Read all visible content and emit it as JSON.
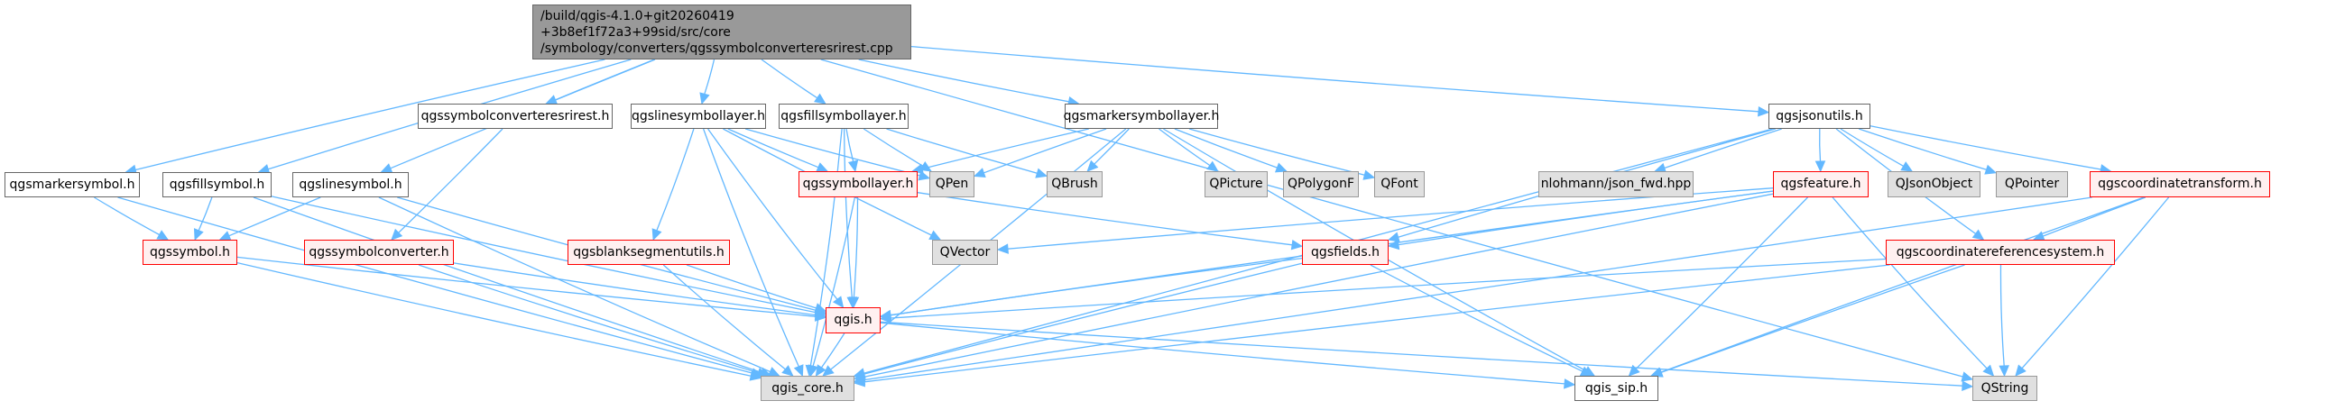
{
  "diagram": {
    "type": "include-dependency-graph",
    "colors": {
      "edge": "#63b8ff",
      "root_fill": "#999999",
      "root_border": "#666666",
      "documented_fill": "#ffffff",
      "documented_border": "#666666",
      "external_fill": "#e0e0e0",
      "external_border": "#999999",
      "truncated_fill": "#fff0f0",
      "truncated_border": "#ff0000"
    },
    "root": {
      "id": "root",
      "lines": [
        "/build/qgis-4.1.0+git20260419",
        "+3b8ef1f72a3+99sid/src/core",
        "/symbology/converters/qgssymbolconverteresrirest.cpp"
      ]
    },
    "nodes": [
      {
        "id": "qgsmarkersymbol",
        "label": "qgsmarkersymbol.h",
        "kind": "plain"
      },
      {
        "id": "qgsfillsymbol",
        "label": "qgsfillsymbol.h",
        "kind": "plain"
      },
      {
        "id": "qgslinesymbol",
        "label": "qgslinesymbol.h",
        "kind": "plain"
      },
      {
        "id": "qgssymbolconverteresrirest",
        "label": "qgssymbolconverteresrirest.h",
        "kind": "plain"
      },
      {
        "id": "qgslinesymbollayer",
        "label": "qgslinesymbollayer.h",
        "kind": "plain"
      },
      {
        "id": "qgsfillsymbollayer",
        "label": "qgsfillsymbollayer.h",
        "kind": "plain"
      },
      {
        "id": "qgsmarkersymbollayer",
        "label": "qgsmarkersymbollayer.h",
        "kind": "plain"
      },
      {
        "id": "qgsjsonutils",
        "label": "qgsjsonutils.h",
        "kind": "plain"
      },
      {
        "id": "qgssymbol",
        "label": "qgssymbol.h",
        "kind": "warn"
      },
      {
        "id": "qgssymbolconverter",
        "label": "qgssymbolconverter.h",
        "kind": "warn"
      },
      {
        "id": "qgsblanksegmentutils",
        "label": "qgsblanksegmentutils.h",
        "kind": "warn"
      },
      {
        "id": "qgssymbollayer",
        "label": "qgssymbollayer.h",
        "kind": "warn"
      },
      {
        "id": "QPen",
        "label": "QPen",
        "kind": "ext"
      },
      {
        "id": "QBrush",
        "label": "QBrush",
        "kind": "ext"
      },
      {
        "id": "QPicture",
        "label": "QPicture",
        "kind": "ext"
      },
      {
        "id": "QPolygonF",
        "label": "QPolygonF",
        "kind": "ext"
      },
      {
        "id": "QFont",
        "label": "QFont",
        "kind": "ext"
      },
      {
        "id": "nlohmann",
        "label": "nlohmann/json_fwd.hpp",
        "kind": "ext"
      },
      {
        "id": "qgsfeature",
        "label": "qgsfeature.h",
        "kind": "warn"
      },
      {
        "id": "QJsonObject",
        "label": "QJsonObject",
        "kind": "ext"
      },
      {
        "id": "QPointer",
        "label": "QPointer",
        "kind": "ext"
      },
      {
        "id": "qgscoordinatetransform",
        "label": "qgscoordinatetransform.h",
        "kind": "warn"
      },
      {
        "id": "QVector",
        "label": "QVector",
        "kind": "ext"
      },
      {
        "id": "qgsfields",
        "label": "qgsfields.h",
        "kind": "warn"
      },
      {
        "id": "qgscoordinatereferencesystem",
        "label": "qgscoordinatereferencesystem.h",
        "kind": "warn"
      },
      {
        "id": "qgis",
        "label": "qgis.h",
        "kind": "warn"
      },
      {
        "id": "qgis_core",
        "label": "qgis_core.h",
        "kind": "ext"
      },
      {
        "id": "qgis_sip",
        "label": "qgis_sip.h",
        "kind": "plain"
      },
      {
        "id": "QString",
        "label": "QString",
        "kind": "ext"
      }
    ],
    "edges": [
      [
        "root",
        "qgsmarkersymbol"
      ],
      [
        "root",
        "qgsfillsymbol"
      ],
      [
        "root",
        "qgslinesymbol"
      ],
      [
        "root",
        "qgssymbolconverteresrirest"
      ],
      [
        "root",
        "qgslinesymbollayer"
      ],
      [
        "root",
        "qgsfillsymbollayer"
      ],
      [
        "root",
        "qgsmarkersymbollayer"
      ],
      [
        "root",
        "qgsjsonutils"
      ],
      [
        "root",
        "QString"
      ],
      [
        "qgsmarkersymbol",
        "qgssymbol"
      ],
      [
        "qgsmarkersymbol",
        "qgis_core"
      ],
      [
        "qgsfillsymbol",
        "qgssymbol"
      ],
      [
        "qgsfillsymbol",
        "qgis_core"
      ],
      [
        "qgsfillsymbol",
        "qgis"
      ],
      [
        "qgslinesymbol",
        "qgssymbol"
      ],
      [
        "qgslinesymbol",
        "qgis_core"
      ],
      [
        "qgslinesymbol",
        "qgis"
      ],
      [
        "qgssymbolconverteresrirest",
        "qgssymbolconverter"
      ],
      [
        "qgssymbol",
        "qgis_core"
      ],
      [
        "qgssymbol",
        "qgis"
      ],
      [
        "qgssymbolconverter",
        "qgis_core"
      ],
      [
        "qgssymbolconverter",
        "qgis"
      ],
      [
        "qgslinesymbollayer",
        "qgssymbollayer"
      ],
      [
        "qgslinesymbollayer",
        "qgsblanksegmentutils"
      ],
      [
        "qgslinesymbollayer",
        "QPen"
      ],
      [
        "qgslinesymbollayer",
        "QVector"
      ],
      [
        "qgslinesymbollayer",
        "qgis"
      ],
      [
        "qgslinesymbollayer",
        "qgis_core"
      ],
      [
        "qgsblanksegmentutils",
        "qgis"
      ],
      [
        "qgsblanksegmentutils",
        "qgis_core"
      ],
      [
        "qgsfillsymbollayer",
        "qgssymbollayer"
      ],
      [
        "qgsfillsymbollayer",
        "QPen"
      ],
      [
        "qgsfillsymbollayer",
        "QBrush"
      ],
      [
        "qgsfillsymbollayer",
        "qgis"
      ],
      [
        "qgsfillsymbollayer",
        "qgis_core"
      ],
      [
        "qgsmarkersymbollayer",
        "qgssymbollayer"
      ],
      [
        "qgsmarkersymbollayer",
        "QPen"
      ],
      [
        "qgsmarkersymbollayer",
        "QBrush"
      ],
      [
        "qgsmarkersymbollayer",
        "QPicture"
      ],
      [
        "qgsmarkersymbollayer",
        "QPolygonF"
      ],
      [
        "qgsmarkersymbollayer",
        "QFont"
      ],
      [
        "qgsmarkersymbollayer",
        "qgis_core"
      ],
      [
        "qgsmarkersymbollayer",
        "qgis_sip"
      ],
      [
        "qgssymbollayer",
        "qgis"
      ],
      [
        "qgssymbollayer",
        "qgis_core"
      ],
      [
        "qgssymbollayer",
        "qgsfields"
      ],
      [
        "qgsjsonutils",
        "nlohmann"
      ],
      [
        "qgsjsonutils",
        "qgsfeature"
      ],
      [
        "qgsjsonutils",
        "QJsonObject"
      ],
      [
        "qgsjsonutils",
        "QPointer"
      ],
      [
        "qgsjsonutils",
        "qgscoordinatetransform"
      ],
      [
        "qgsjsonutils",
        "qgscoordinatereferencesystem"
      ],
      [
        "qgsjsonutils",
        "qgsfields"
      ],
      [
        "qgsjsonutils",
        "qgis_core"
      ],
      [
        "qgsfeature",
        "qgsfields"
      ],
      [
        "qgsfeature",
        "QVector"
      ],
      [
        "qgsfeature",
        "qgis_core"
      ],
      [
        "qgsfeature",
        "qgis_sip"
      ],
      [
        "qgsfeature",
        "QString"
      ],
      [
        "qgsfeature",
        "qgis"
      ],
      [
        "qgscoordinatetransform",
        "qgscoordinatereferencesystem"
      ],
      [
        "qgscoordinatetransform",
        "qgis_core"
      ],
      [
        "qgscoordinatetransform",
        "qgis_sip"
      ],
      [
        "qgscoordinatetransform",
        "QString"
      ],
      [
        "qgsfields",
        "qgis"
      ],
      [
        "qgsfields",
        "qgis_core"
      ],
      [
        "qgsfields",
        "qgis_sip"
      ],
      [
        "qgscoordinatereferencesystem",
        "qgis"
      ],
      [
        "qgscoordinatereferencesystem",
        "qgis_core"
      ],
      [
        "qgscoordinatereferencesystem",
        "qgis_sip"
      ],
      [
        "qgscoordinatereferencesystem",
        "QString"
      ],
      [
        "qgis",
        "qgis_core"
      ],
      [
        "qgis",
        "qgis_sip"
      ],
      [
        "qgis",
        "QString"
      ]
    ]
  }
}
